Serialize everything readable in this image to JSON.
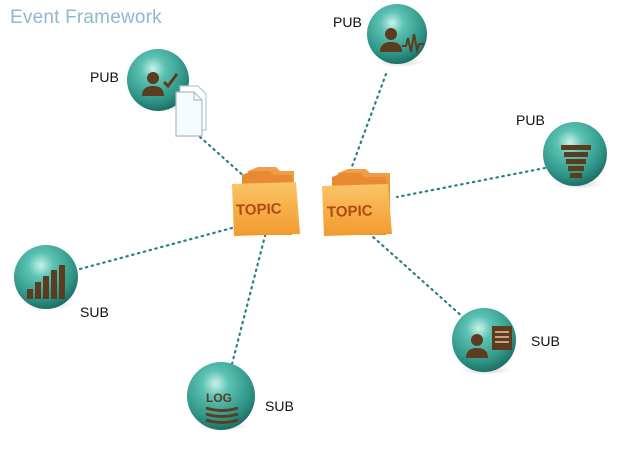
{
  "diagram": {
    "title": "Event Framework",
    "topics": [
      {
        "id": "topic-left",
        "label": "TOPIC"
      },
      {
        "id": "topic-right",
        "label": "TOPIC"
      }
    ],
    "nodes": [
      {
        "id": "pub-user-check",
        "label": "PUB",
        "role": "publisher",
        "icon": "user-check-icon",
        "extra_icon": "document-icon",
        "connects_to": "topic-left"
      },
      {
        "id": "pub-user-audio",
        "label": "PUB",
        "role": "publisher",
        "icon": "user-audio-icon",
        "connects_to": "topic-right"
      },
      {
        "id": "pub-funnel",
        "label": "PUB",
        "role": "publisher",
        "icon": "funnel-icon",
        "connects_to": "topic-right"
      },
      {
        "id": "sub-bar-chart",
        "label": "SUB",
        "role": "subscriber",
        "icon": "bar-chart-icon",
        "connects_to": "topic-left"
      },
      {
        "id": "sub-log",
        "label": "SUB",
        "role": "subscriber",
        "icon": "log-database-icon",
        "icon_text": "LOG",
        "connects_to": "topic-left"
      },
      {
        "id": "sub-user-doc",
        "label": "SUB",
        "role": "subscriber",
        "icon": "user-document-icon",
        "connects_to": "topic-right"
      }
    ],
    "colors": {
      "sphere": "#3aa79a",
      "sphere_dark": "#1f7a70",
      "folder": "#f5a741",
      "folder_dark": "#e07a25",
      "icon": "#5c3b1e",
      "connector": "#2e7f8a",
      "title": "#8fb8cf"
    }
  }
}
